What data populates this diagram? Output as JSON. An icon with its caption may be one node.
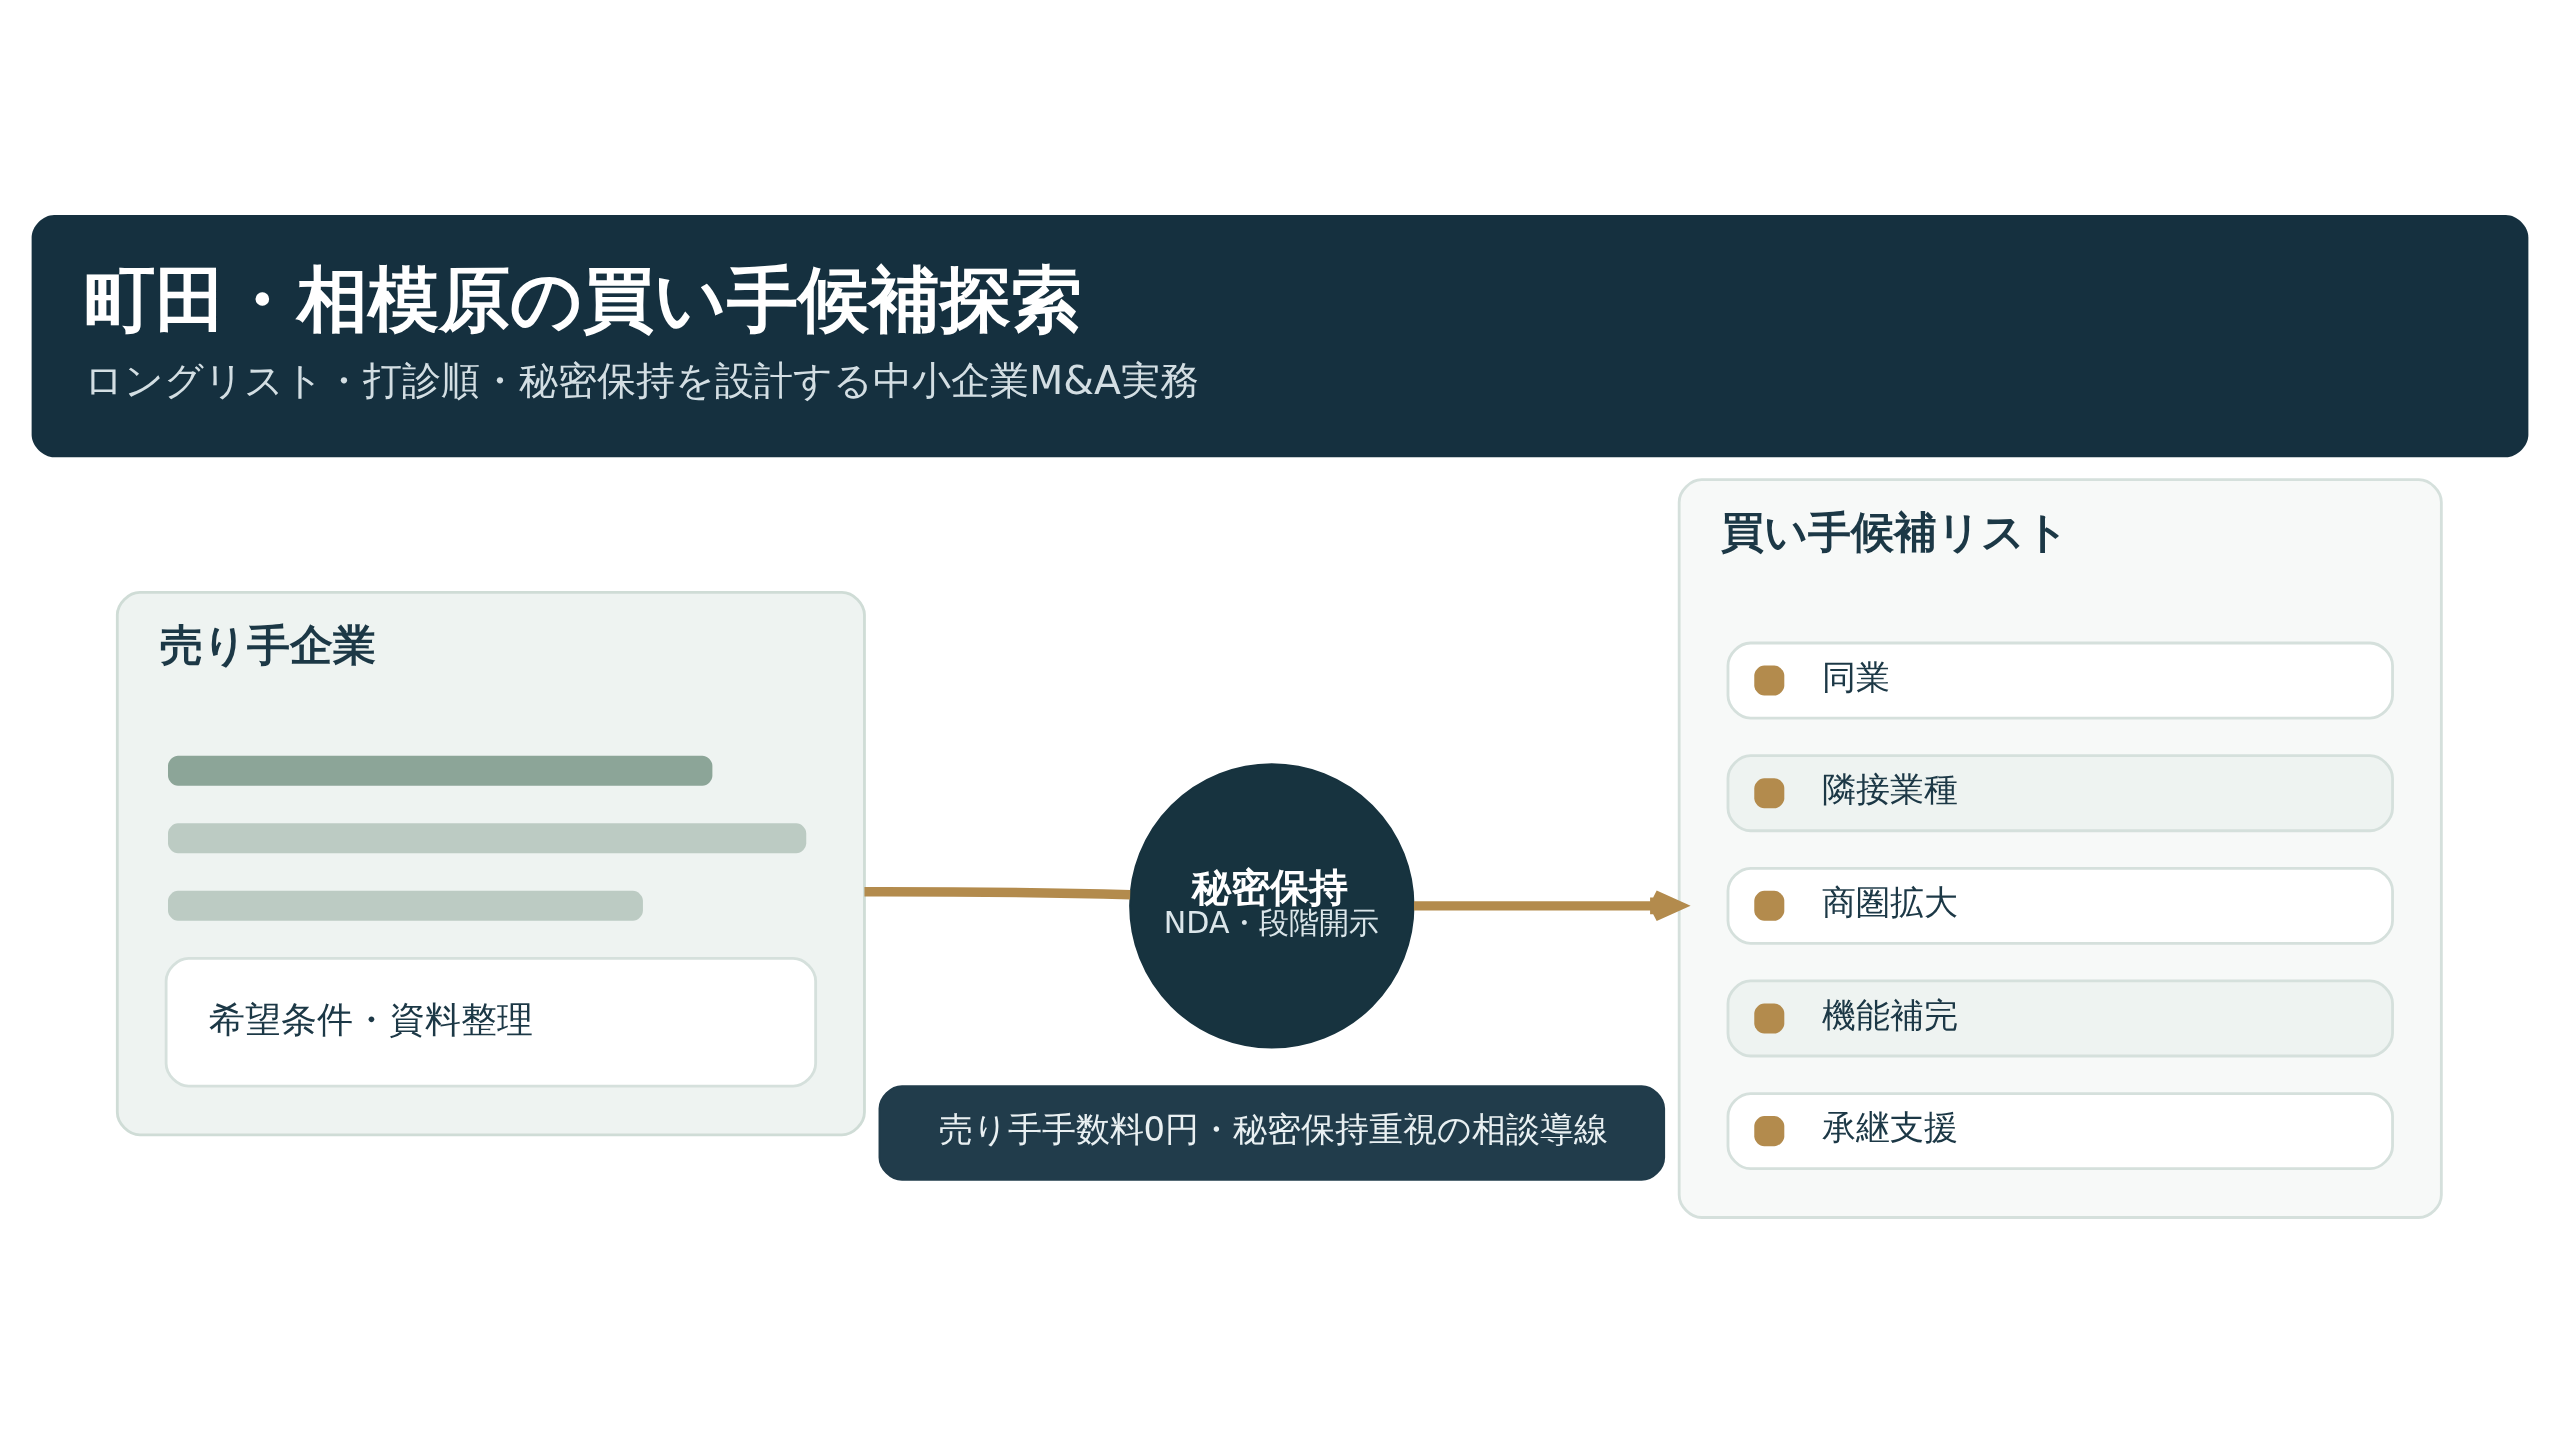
{
  "diagram": {
    "title": "町田・相模原の買い手候補探索",
    "caption": "ロングリスト・打診順・秘密保持を設計する中小企業M&A実務",
    "nodes": [
      {
        "text": [
          "売り手企業"
        ]
      },
      {
        "text": [],
        "shape": "bar",
        "in": 0
      },
      {
        "text": [],
        "shape": "bar",
        "in": 0
      },
      {
        "text": [],
        "shape": "bar",
        "in": 0
      },
      {
        "text": [
          "希望条件・資料整理"
        ],
        "in": 0
      },
      {
        "text": [
          "秘密保持",
          "NDA・段階開示"
        ]
      },
      {
        "text": [
          "買い手候補リスト"
        ]
      },
      {
        "text": [
          "同業"
        ],
        "in": 6
      },
      {
        "text": [
          "隣接業種"
        ],
        "in": 6
      },
      {
        "text": [
          "商圏拡大"
        ],
        "in": 6
      },
      {
        "text": [
          "機能補完"
        ],
        "in": 6
      },
      {
        "text": [
          "承継支援"
        ],
        "in": 6
      },
      {
        "text": [
          "売り手手数料0円・秘密保持重視の相談導線"
        ]
      }
    ],
    "edges": [
      {
        "from": 0,
        "to": 5,
        "arrow": "none"
      },
      {
        "from": 5,
        "to": 6,
        "arrow": "to"
      }
    ]
  }
}
